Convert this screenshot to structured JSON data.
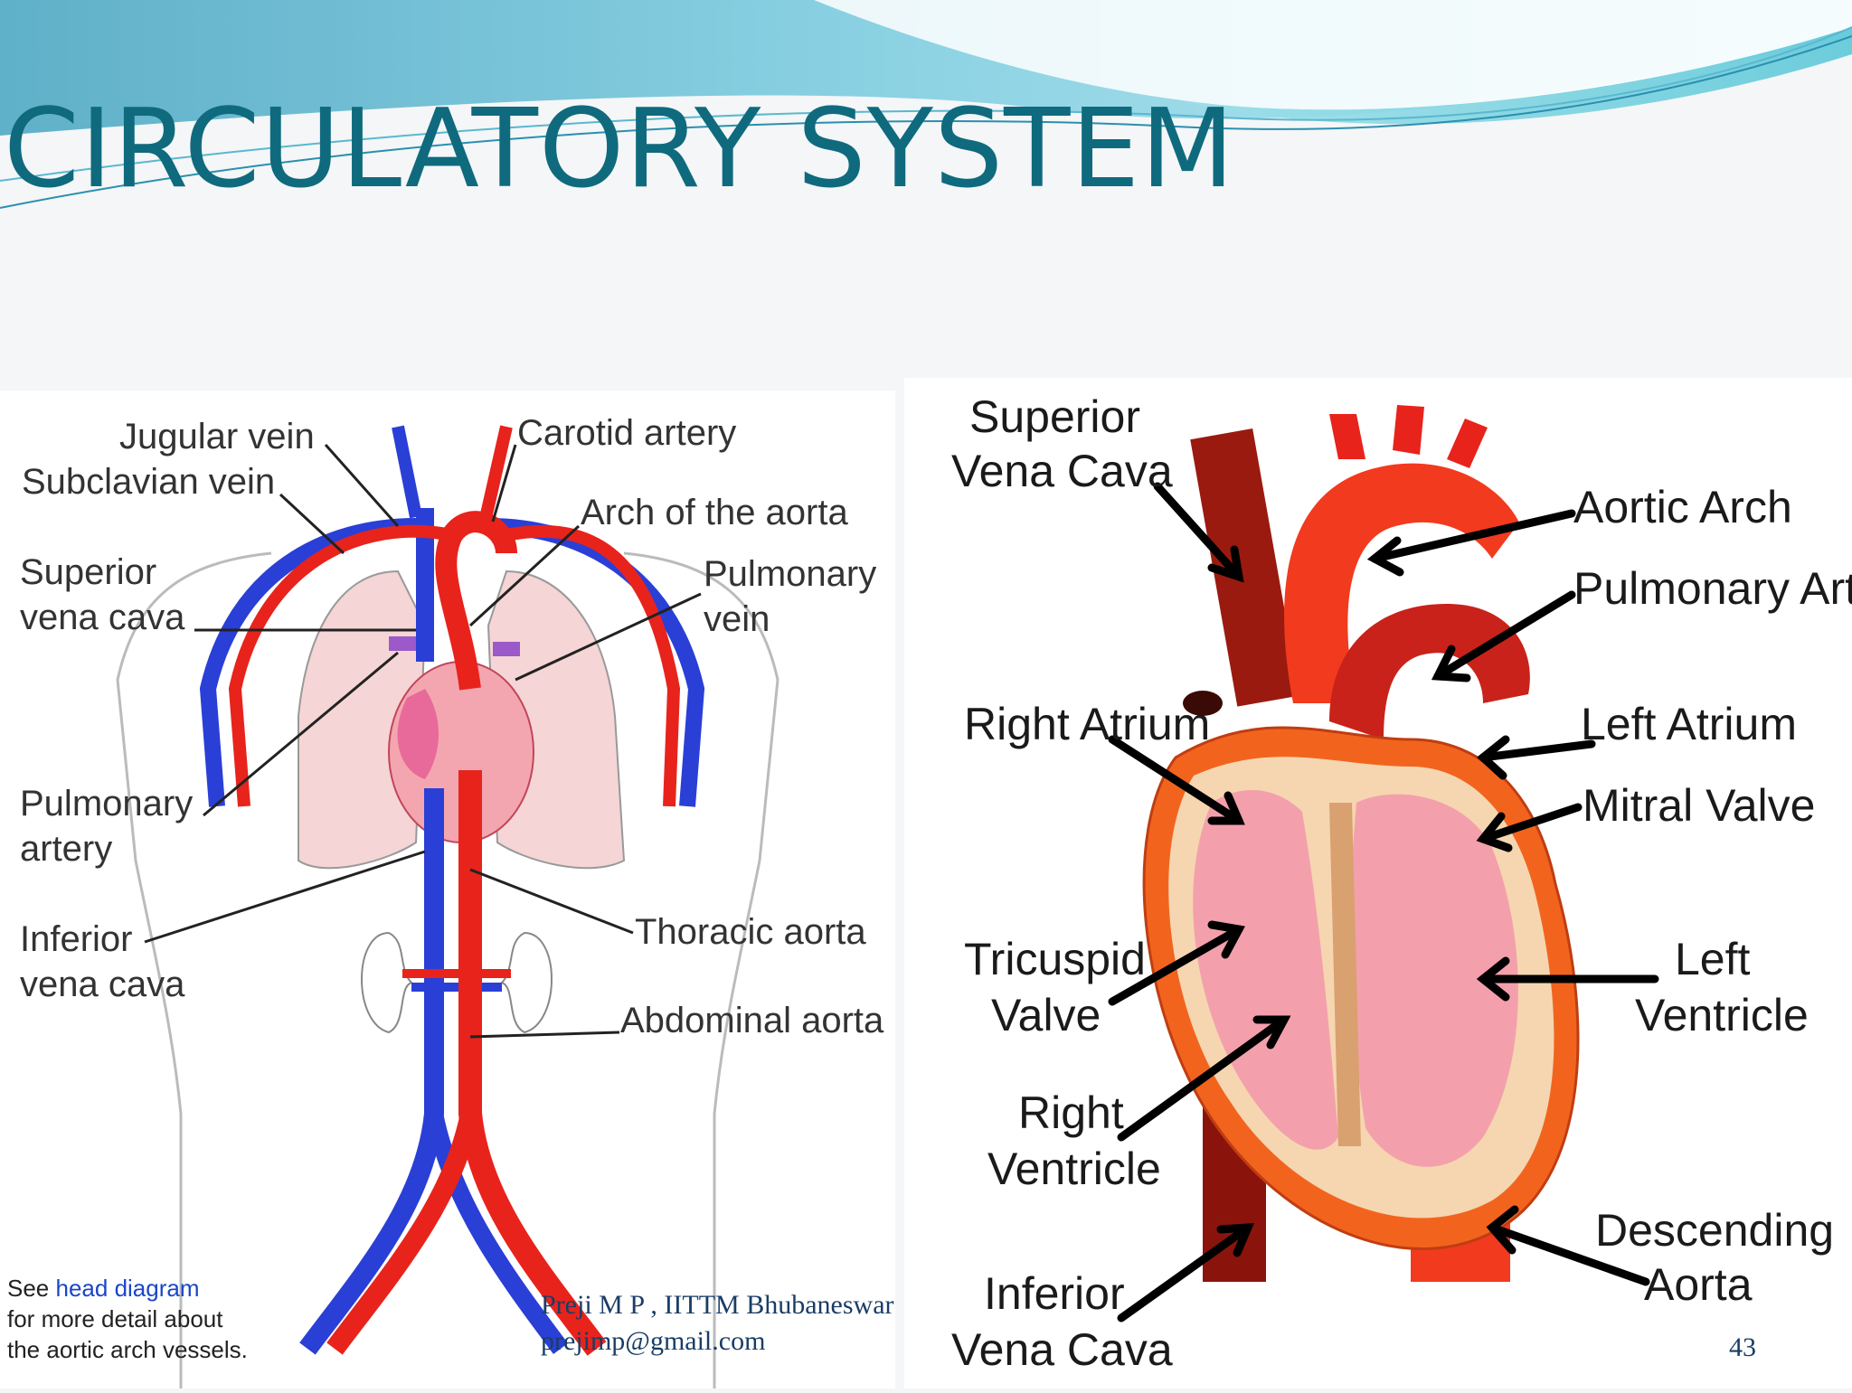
{
  "slide": {
    "title": "CIRCULATORY SYSTEM",
    "footer_line1": "Preji M P , IITTM Bhubaneswar",
    "footer_line2": "prejimp@gmail.com",
    "page_number": "43"
  },
  "body_diagram": {
    "labels": {
      "jugular_vein": "Jugular vein",
      "subclavian_vein": "Subclavian vein",
      "carotid_artery": "Carotid artery",
      "arch_of_aorta": "Arch of the aorta",
      "superior_vena_cava_1": "Superior",
      "superior_vena_cava_2": "vena cava",
      "pulmonary_vein_1": "Pulmonary",
      "pulmonary_vein_2": "vein",
      "pulmonary_artery_1": "Pulmonary",
      "pulmonary_artery_2": "artery",
      "inferior_vena_cava_1": "Inferior",
      "inferior_vena_cava_2": "vena cava",
      "thoracic_aorta": "Thoracic aorta",
      "abdominal_aorta": "Abdominal aorta"
    },
    "note": {
      "see": "See ",
      "link": "head diagram",
      "line2": "for more detail about",
      "line3": "the aortic arch vessels."
    }
  },
  "heart_diagram": {
    "labels": {
      "superior_vena_cava_1": "Superior",
      "superior_vena_cava_2": "Vena Cava",
      "aortic_arch": "Aortic Arch",
      "pulmonary_artery": "Pulmonary Artery",
      "right_atrium": "Right Atrium",
      "left_atrium": "Left Atrium",
      "mitral_valve": "Mitral Valve",
      "tricuspid_valve_1": "Tricuspid",
      "tricuspid_valve_2": "Valve",
      "left_ventricle_1": "Left",
      "left_ventricle_2": "Ventricle",
      "right_ventricle_1": "Right",
      "right_ventricle_2": "Ventricle",
      "descending_aorta_1": "Descending",
      "descending_aorta_2": "Aorta",
      "inferior_vena_cava_1": "Inferior",
      "inferior_vena_cava_2": "Vena Cava"
    }
  },
  "colors": {
    "title": "#0f6a7e",
    "artery_red": "#e8231c",
    "vein_blue": "#2a3fd6",
    "heart_dark_red": "#a01812"
  }
}
